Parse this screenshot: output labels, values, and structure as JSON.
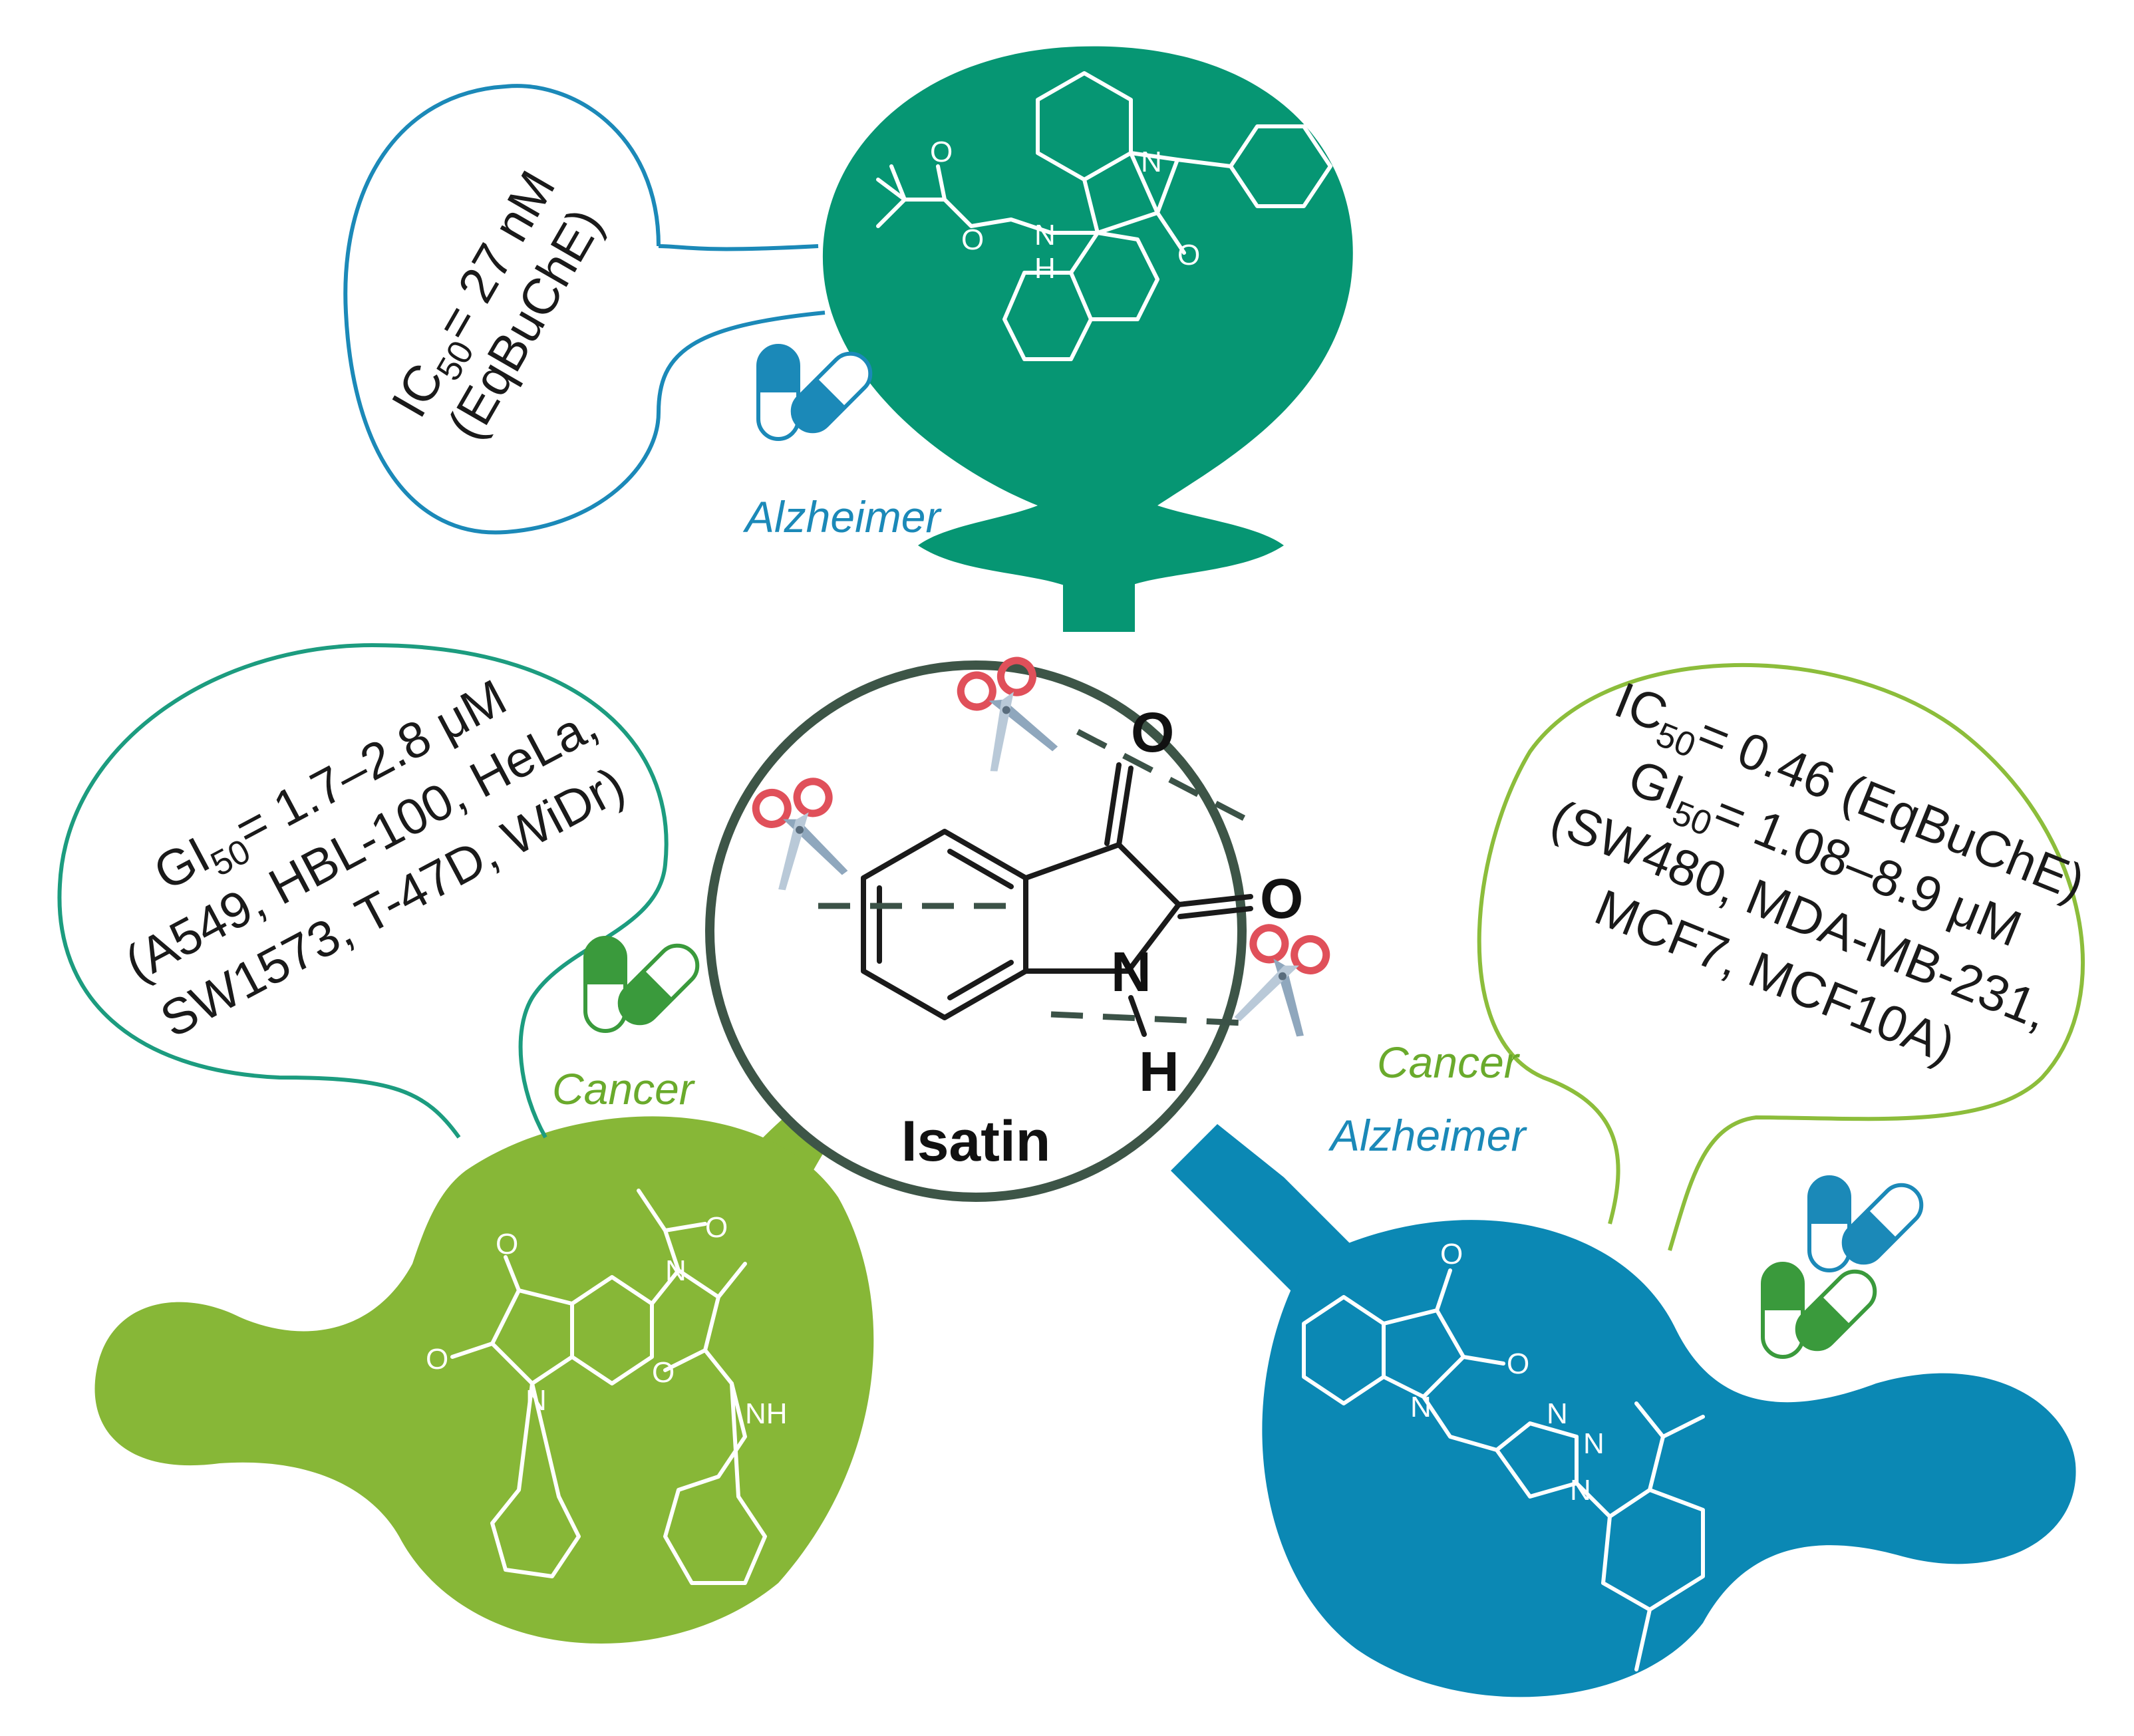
{
  "colors": {
    "teal": "#069673",
    "blue": "#0b88b4",
    "green": "#87b737",
    "ring": "#3d5547",
    "callout_blue": "#1b89b8",
    "callout_teal": "#1c9c7f",
    "callout_green": "#8cbd3b",
    "scissors": "#e0505a"
  },
  "center": {
    "label": "Isatin",
    "atoms": {
      "o_top": "O",
      "o_right": "O",
      "n": "N",
      "h": "H"
    }
  },
  "alzheimer_node": {
    "disease_label": "Alzheimer",
    "callout": {
      "ic_prefix": "IC",
      "ic_sub": "50",
      "ic_value": "= 27 nM",
      "enzyme": "(EqBuChE)"
    },
    "atoms": {
      "n1": "N",
      "o1": "O",
      "o2": "O",
      "o3": "O",
      "nh_n": "N",
      "nh_h": "H"
    }
  },
  "cancer_node": {
    "disease_label": "Cancer",
    "callout": {
      "gi_prefix": "GI",
      "gi_sub": "50",
      "gi_value": "= 1.7–2.8 μM",
      "line2": "(A549, HBL-100, HeLa,",
      "line3": "SW1573, T-47D, WiDr)"
    },
    "atoms": {
      "o_a": "O",
      "o_b": "O",
      "o_c": "O",
      "o_d": "O",
      "n_ring": "N",
      "n_amide": "N",
      "nh": "NH"
    }
  },
  "dual_node": {
    "disease_label_1": "Cancer",
    "disease_label_2": "Alzheimer",
    "callout": {
      "ic_prefix": "IC",
      "ic_sub": "50",
      "ic_value": "= 0.46 (EqBuChE)",
      "gi_prefix": "GI",
      "gi_sub": "50",
      "gi_value": "= 1.08–8.9 μM",
      "line3": "(SW480, MDA-MB-231,",
      "line4": "MCF7, MCF10A)"
    },
    "atoms": {
      "o_a": "O",
      "o_b": "O",
      "n_ring": "N",
      "n1": "N",
      "n2": "N",
      "n3": "N"
    }
  },
  "icons": [
    "capsule-pill-icon",
    "scissors-icon"
  ]
}
